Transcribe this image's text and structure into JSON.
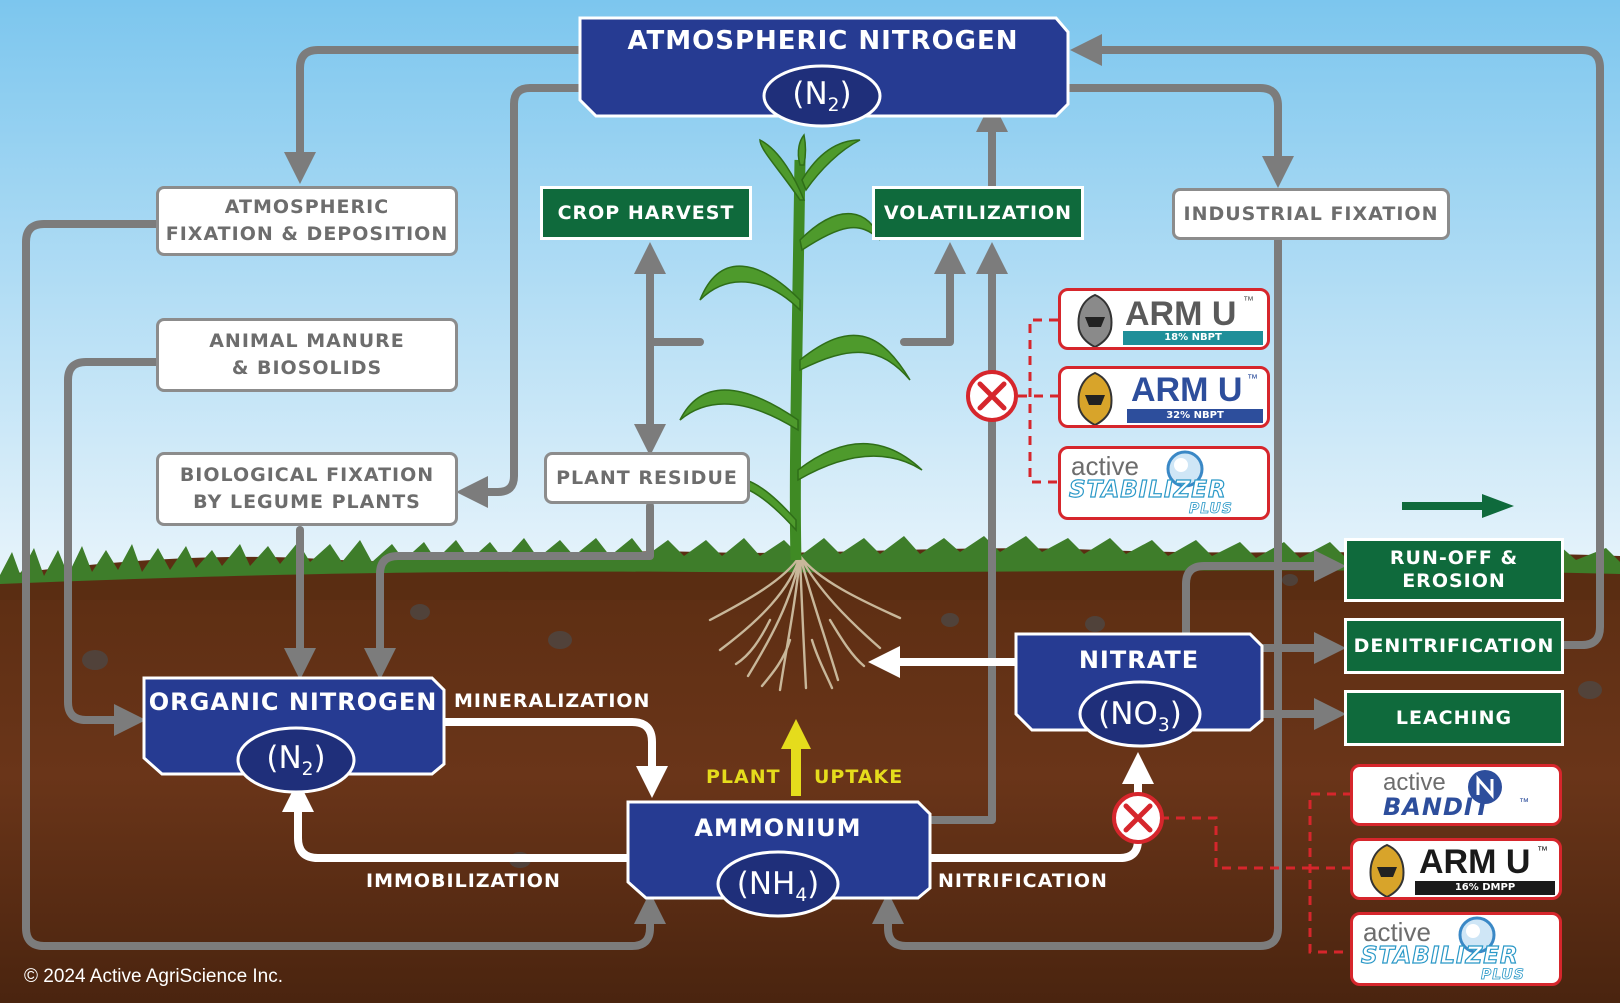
{
  "atmospheric_nitrogen": {
    "title": "ATMOSPHERIC NITROGEN",
    "formula_main": "(N",
    "formula_sub": "2",
    "formula_end": ")"
  },
  "organic_nitrogen": {
    "title": "ORGANIC NITROGEN",
    "formula_main": "(N",
    "formula_sub": "2",
    "formula_end": ")"
  },
  "ammonium": {
    "title": "AMMONIUM",
    "formula_main": "(NH",
    "formula_sub": "4",
    "formula_end": ")"
  },
  "nitrate": {
    "title": "NITRATE",
    "formula_main": "(NO",
    "formula_sub": "3",
    "formula_end": ")"
  },
  "white_boxes": {
    "atmospheric_fixation": [
      "ATMOSPHERIC",
      "FIXATION & DEPOSITION"
    ],
    "animal_manure": [
      "ANIMAL MANURE",
      "& BIOSOLIDS"
    ],
    "biological_fixation": [
      "BIOLOGICAL FIXATION",
      "BY LEGUME PLANTS"
    ],
    "plant_residue": "PLANT RESIDUE",
    "industrial_fixation": "INDUSTRIAL FIXATION"
  },
  "green_boxes": {
    "crop_harvest": "CROP HARVEST",
    "volatilization": "VOLATILIZATION",
    "runoff": [
      "RUN-OFF &",
      "EROSION"
    ],
    "denitrification": "DENITRIFICATION",
    "leaching": "LEACHING"
  },
  "process_labels": {
    "mineralization": "MINERALIZATION",
    "immobilization": "IMMOBILIZATION",
    "nitrification": "NITRIFICATION",
    "plant": "PLANT",
    "uptake": "UPTAKE"
  },
  "products_top": [
    {
      "name": "ARM U",
      "tm": "™",
      "tag": "18% NBPT",
      "badge_color": "#1f8f99"
    },
    {
      "name": "ARM U",
      "tm": "™",
      "tag": "32% NBPT",
      "badge_color": "#2d4e9c"
    },
    {
      "line1": "active",
      "line2": "STABILIZER",
      "line3": "PLUS"
    }
  ],
  "products_bottom": [
    {
      "line1": "active",
      "line2": "BANDIT",
      "tm": "™"
    },
    {
      "name": "ARM U",
      "tm": "™",
      "tag": "16% DMPP",
      "badge_color": "#1a1a1a"
    },
    {
      "line1": "active",
      "line2": "STABILIZER",
      "line3": "PLUS"
    }
  ],
  "copyright": "© 2024 Active AgriScience Inc.",
  "colors": {
    "navy": "#263b92",
    "green": "#0f6a3c",
    "arrow_gray": "#7c7c7c",
    "red": "#d6262c",
    "soil": "#5a2d16",
    "sky": "#9fd4f0"
  }
}
